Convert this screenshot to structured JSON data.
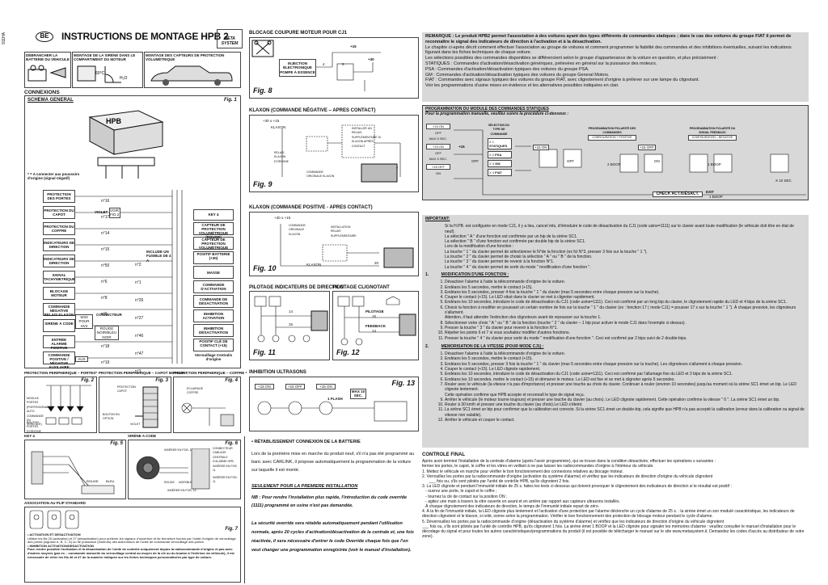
{
  "side_code": "911HA",
  "brand": "BE",
  "title": "INSTRUCTIONS DE MONTAGE HPB 2",
  "logo": "META SYSTEM",
  "top_panels": [
    "DÉBRANCHER LA BATTERIE DU VÉHICULE",
    "MONTAGE DE LA SIRÈNE DANS LE COMPARTIMENT DU MOTEUR",
    "MONTAGE DES CAPTEURS DE PROTECTION VOLUMÉTRIQUE"
  ],
  "angle_label": "60°C",
  "connexions": "CONNEXIONS",
  "schema": "SCHEMA GENERAL",
  "fig1": "Fig. 1",
  "note_connect": "* = A connecter aux poussoirs d'origine (signal négatif)",
  "left_rows": [
    "PROTECTION DES PORTES",
    "PROTECTION DU CAPOT",
    "PROTECTION DU COFFRE",
    "INDICATEURS DE DIRECTION",
    "INDICATEURS DE DIRECTION",
    "SIGNAL TACHYMETRIQUE",
    "BLOCAGE MOTEUR",
    "COMMANDE NÉGATIVE RELAIS KLAXON",
    "SIRÈNE À CODE",
    "ENTRÉE ALARME POSITIVE",
    "COMMANDE POSITIVE / NÉGATIVE AUXILIAIRE"
  ],
  "wire_refs": [
    "n°16",
    "n°17",
    "n°14",
    "n°15",
    "n°50",
    "n°6",
    "n°8",
    "n°9",
    "n°4",
    "n°18",
    "n°19"
  ],
  "mid_labels": [
    "VIOLET",
    "VOIR FIG.2",
    "CONNECTEUR",
    "W33 POUR HV2",
    "ROUGE NOIR/BLEU NOIR",
    "AUX",
    "INCLUDE UN FUSIBLE DE 4 A"
  ],
  "right_refs": [
    "n°2",
    "n°1",
    "n°26",
    "n°27",
    "n°46",
    "n°47",
    "n°3"
  ],
  "right_rows": [
    "KEY 4",
    "CAPTEUR DE PROTECTION VOLUMÉTRIQUE (ROUGE)",
    "CAPTEUR DE PROTECTION VOLUMÉTRIQUE",
    "POSITIF BATTERIE (+30)",
    "MASSE",
    "COMMANDE D'ACTIVATION",
    "COMMANDE DE DÉSACTIVATION",
    "INHIBITION ACTIVATION",
    "INHIBITION DÉSACTIVATION",
    "POSITIF CLÉ DE CONTACT (+15)",
    "Verrouillage Centralis d'origine"
  ],
  "fig2_title": "PROTECTION PERIPHERIQUE – PORTES*",
  "fig2": "Fig. 2",
  "fig3_title": "PROTECTION PERIPHERIQUE – CAPOT MOTEUR *",
  "fig3": "Fig. 3",
  "fig4_title": "PROTECTION PERIPHERIQUE – COFFRE *",
  "fig4": "Fig. 4",
  "fig2_note": "MODULE PORTES (PORTE/SIGNAL AUTO COMMANDE DU VÉHICULE)",
  "fig2_button": "BOUTON PORTES D'ORIGINE",
  "fig3_notes": [
    "PROTECTION CAPOT",
    "BOUTON EN OPTION",
    "VIOLET"
  ],
  "fig4_notes": [
    "ECLAIRAGE COFFRE"
  ],
  "key4_title": "KEY 4",
  "fig5": "Fig. 5",
  "siren_title": "SIRÈNE A CODE",
  "fig6": "Fig. 6",
  "fig6_labels": [
    "INSÉRER EN POS. 11",
    "INSÉRER EN POS. 10",
    "ROUGE",
    "NOIR/BLEU"
  ],
  "fig6b_labels": [
    "CONNECTEUR CABLAGE CENTRALE D'ALARME HPB",
    "INSÉRER EN POS. 11",
    "INSÉRER EN POS. 11"
  ],
  "plip_title": "ASSOCIATION AU PLIP STANDARD",
  "fig7": "Fig. 7",
  "plip_notes": [
    "• ACTIVATION ET DESACTIVATION",
    "Utiliser les fils 25 (activation) et 27 (désactivation) pour prélever les signaux d'ouverture et de fermeture fournis par l'unité d'origine de verrouillage des portes (signaux A, B, C, D) ou de puissance (moteurs) des actionneurs de l'unité de commande verrouillage des portes.",
    "• INHIBITION ACTIVATION/DESACTIVATION",
    "Pour rendre possible l'activation et la désactivation de l'unité de contrôle uniquement depuis la radiocommande d'origine et pas avec d'autres moyens (par ex. : commande manuelle du verrouillage central au moyen de la clé ou du bouton à l'intérieur du véhicule), il est nécessaire de relier les fils 46 et 47 de la manière indiquée sur les fiches techniques personnalisées par type de voiture."
  ],
  "fig8_title": "BLOCAGE COUPURE MOTEUR POUR CJ1",
  "fig8": "Fig. 8",
  "fig8_labels": [
    "INJECTION ÉLECTRONIQUE POMPE À ESSENCE",
    "+15",
    "+30",
    "4",
    "6"
  ],
  "fig9_title": "KLAXON (COMMANDE NÉGATIVE – APRES CONTACT)",
  "fig9": "Fig. 9",
  "fig9_labels": [
    "+30 o +15",
    "KLAXON",
    "RELAIS KLAXON D'ORIGINE",
    "INSTALLER UN RELAIS SUPPLÉMENTAIRE SI KLAXON APRÈS CONTACT",
    "COMMANDE ORIGINALE KLAXON",
    "20"
  ],
  "fig10_title": "KLAXON (COMMANDE POSITIVE - APRES CONTACT)",
  "fig10": "Fig. 10",
  "fig10_labels": [
    "+30 o +15",
    "COMMANDE ORIGINALE KLAXON",
    "INSTALLATION RELAIS SUPPLÉMENTAIRE",
    "KLAXON",
    "20"
  ],
  "fig11_title": "PILOTAGE INDICATEURS DE DIRECTION",
  "fig11": "Fig. 11",
  "fig11_labels": [
    "14",
    "15"
  ],
  "fig12_title": "PILOTAGE CLIGNOTANT",
  "fig12": "Fig. 12",
  "fig12_labels": [
    "PILOTAGE",
    "FEEDBACK",
    "15",
    "14"
  ],
  "fig13_title": "INHIBITION ULTRASONS",
  "fig13": "Fig. 13",
  "fig13_labels": [
    "+15 ON",
    "+15 OFF",
    "+15 ON",
    "1 FLASH",
    "MAX 10 SEC."
  ],
  "retab_title": "• RÉTABLISSEMENT CONNEXION DE LA BATTERIE",
  "retab_text": "Lors de la première mise en marche du produit neuf, s'il n'a pas été programmé au banc avec CARLINK, il propose automatiquement la programmation de la voiture sur laquelle il est monté.",
  "first_install_title": "SEULEMENT POUR LA PREMIERE INSTALLATION",
  "first_install_text": "NB : Pour rendre l'installation plus rapide, l'introduction du code override (1111) programmé en usine n'est pas demandée.",
  "security_text": "La sécurité override sera rétablie automatiquement pendant l'utilisation normale, après 20 cycles d'activation/désactivation de la centrale et, une fois réactivée, il sera nécessaire d'entrer le code Override chaque fois que l'on veut changer une programmation enregistrée (voir le manuel d'installation).",
  "remarque_lines": [
    "REMARQUE : Le produit HPB2 permet l'association à des voitures ayant des types différents de commandes statiques ; dans le cas des voitures du groupe FIAT il permet de reconnaître le signal des indicateurs de direction à l'activation et à la désactivation.",
    "Le chapitre ci-après décrit comment effectuer l'association au groupe de voitures et comment programmer la fiabilité des commandes et des inhibitions éventuelles, suivant les indications figurant dans les fiches techniques de chaque voiture.",
    "Les sélections possibles des commandes disponibles se différencient selon le groupe d'appartenance de la voiture en question, et plus précisément :",
    "STATIQUES : Commandes d'activation/désactivation génériques, prélevées en général sur la puissance des moteurs.",
    "PSA : Commandes d'activation/désactivation typiques des voitures du groupe PSA.",
    "GM : Commandes d'activation/désactivation typiques des voitures du groupe General Motors.",
    "FIAT : Commandes avec signaux typiques des voitures du groupe FIAT, avec clignotement d'origine à prélever sur une lampe du clignotant.",
    "Voir les programmations d'usine mises en évidence et les alternatives possibles indiquées en clair."
  ],
  "prog_title": "PROGRAMMATION DU MODULE DES COMMANDES STATIQUES",
  "prog_sub": "Pour la programmation manuelle, veuillez suivre la procédure ci-dessous :",
  "prog_labels": [
    "+15 ON",
    "OFF",
    "MAX 5 SEC.",
    "+15 ON",
    "OFF",
    "MAX 5 SEC.",
    "+15 OFF",
    "ON",
    "SÉLECTION DU TYPE DE COMMANDE",
    "PROGRAMMATION POLARITÉ DES COMMANDES",
    "PROGRAMMATION POLARITÉ DU SIGNAL FEEDBACK",
    "CONFIGURATION + POSITIVE",
    "CONFIGURATION – NÉGATIVE",
    "STATIQUES",
    "PSA",
    "GM",
    "FIAT",
    "X 1",
    "X 2",
    "X 3",
    "X 4",
    "+15",
    "OFF",
    "+15 ON",
    "OFF",
    "+15 OFF",
    "ON",
    "EXIT",
    "CHECK ACT./DÉSACT.",
    "1 BOOP",
    "X 10 SEC",
    "2 BOOP",
    "1 BOOP"
  ],
  "important_title": "IMPORTANT:",
  "important_lines": [
    "Si la H.PB. est configurée en mode CJ1, il y a lieu, cancel mts, d'introduire le code de désactivation du CJ1 (code usine=1111) sur le clavier avant toute modification (le véhicule doit être en état de neuf).",
    "La sélection \" A \" d'une fonction est confirmée par un bip de la sirène SC1.",
    "La sélection \" B \" d'une fonction est confirmée par double bip de la sirène SC1.",
    "Lors de la modification d'une fonction :",
    "La touche \" 1 \" du clavier permet de sélectionner le N°de la fonction (ex fct N°3, presser 3 fois sur la touche \" 1 \").",
    "La touche \" 2 \" du clavier permet de choisir la sélection \" A \" ou \" B \" de la fonction.",
    "La touche \" 3 \" du clavier permet de revenir à la fonction N°1.",
    "La touche \" 4 \" du clavier permet de sortir du mode \" modification d'une fonction \"."
  ],
  "sec1_title": "MODIFICATION D'UNE FONCTION :",
  "sec1_num": "1.",
  "sec1_lines": [
    "Désactiver l'alarme à l'aide la télécommande d'origine de la voiture.",
    "Endéans les 5 secondes, mettre le contact (+15).",
    "Endéans les 5 secondes, presser 4 fois la touche \" 1 \" du clavier (max 5 secondes entre chaque pression sur la touche).",
    "Couper le contact (+15). Le LED situé dans le clavier se met à clignoter rapidement.",
    "Endéans les 10 secondes, introduire le code de désactivation du CJ1 (code usine=1111). Ceci est confirmé par un long bip du clavier, le clignotement rapide du LED et 4 bips de la sirène SC1.",
    "Choisir la fonction à modifier en poussant un certain nombre de fois sur la touche \" 1 \" du clavier (ex : fonction 17 ( mode CJ1) = pousser 17 x sur la touche \" 1 \"). À chaque pression, les clignoteurs s'allument.",
    "Attention, il faut attendre l'extinction des clignoteurs avant de repousser sur la touche 1.",
    "Sélectionner votre choix \" A \" ou \" B \" de la fonction (touche \" 2 \" du clavier – 1 bip pour activer le mode CJ1 dans l'exemple ci-dessus).",
    "Presser la touche \" 3 \" du clavier pour revenir à la fonction N°1.",
    "Répéter les points 6 et 7 si vous souhaitez modifier d'autres fonctions.",
    "Presser la touche \" 4 \" du clavier pour sortir du mode \" modification d'une fonction \". Ceci est confirmé par 2 bips suivi de 2 double-bips."
  ],
  "sec2_title": "MEMORISATION DE LA VITESSE (POUR MODE CJ1) :",
  "sec2_num": "2.",
  "sec2_lines": [
    "Désactiver l'alarme à l'aide la télécommande d'origine de la voiture.",
    "Endéans les 5 secondes, mettre le contact (+15).",
    "Endéans les 5 secondes, presser 3 fois la touche \" 1 \" du clavier (max 5 secondes entre chaque pression sur la touche). Les clignoteurs s'allument à chaque pression.",
    "Couper le contact (+15). Le LED clignote rapidement.",
    "Endéans les 10 secondes, introduire le code de désactivation du CJ1 (code usine=1111). Ceci est confirmé par l'allumage fixe du LED et 3 bips de la sirène SC1.",
    "Endéans les 10 secondes, mettre le contact (+15) et démarrer le moteur. Le LED est fixe et se met à clignoter après 5 secondes.",
    "Rouler avec le véhicule (la vitesse n'a pas d'importance) et presser une touche au choix du clavier. Continuer à rouler (environ 10 secondes) jusqu'au moment où la sirène SC1 émet un bip. Le LED clignote lentement.",
    "Cette opération confirme que HPB accepte et reconnaît le type de signal reçu.",
    "Arrêter le véhicule (le moteur tourne toujours) et presser une touche du clavier (au choix). Le LED clignote rapidement. Cette opération confirme la vitesse \" 0 \". La sirène SC1 émet un bip.",
    "Rouler à 30 km/h et presser une touche du clavier (au choix).Le LED s'éteint.",
    "La sirène SC1 émet un bip pour confirmer que la calibration est correcte. Si la sirène SC1 émet un double-bip, cela signifie que HPB n'a pas accepté la calibration (erreur dans la calibration ou signal de vitesse non valable).",
    "Arrêter le véhicule et couper le contact."
  ],
  "final_title": "CONTROLE FINAL",
  "final_lines": [
    "Après avoir terminé l'installation de la centrale d'alarme (après l'avoir programmée), qui se trouve dans la condition désactivée, effectuer les opérations  s suivantes :",
    "fermer les portes, le capot, le coffre et les vitres en veillant à ne pas laisser les radiocommandes  d'origine à l'intérieur du véhicule.",
    "1. Mettez le véhicule en marche pour vérifier le bon fonctionnement des connexions relatives au blocage moteur.",
    "2. Verrouillez les portes par la radiocommande d'origine (activation du système d'alarme) et vérifiez que les indicateurs de direction d'origine du véhicule clignotent",
    "      ___ fois ou, s'ils sont pilotés par l'unité de contrôle HPB, qu'ils clignotent 2 fois.",
    "3. La LED clignote et pendant l'immunité initiale de 25 s. faites les tests ci-dessous qui doivent provoquer le clignotement des indicateurs de direction si le résultat est positif :",
    "   - ouvrez une porte, le capot et le coffre ;",
    "   - tournez la clé de contact sur la position ON ;",
    "   - agitez une main à travers la vitre ouverte en avant et en arrière par rapport aux capteurs ultrasons installés.",
    "   À chaque clignotement des indicateurs de direction, le temps de l'immunité initiale repart de zéro.",
    "4. À la fin de l'immunité initiale, la LED clignote plus lentement et l'activation d'une protection par l'alarme déclenche un cycle d'alarme de 25 s. : la sirène émet un son modulé caractéristique, les indicateurs de direction clignotent et le klaxon, si relié, sonne selon la programmation. Vérifier le bon fonctionnement des protection de blocage moteur pendant le cycle d'alarme.",
    "5. Déverrouillez les portes par la radiocommande d'origine (désactivation du système d'alarme) et vérifiez que les indicateurs de direction d'origine du véhicule clignotent",
    "      ___ fois ou, s'ils sont pilotés par l'unité de contrôle HPB, qu'ils clignotent 1 fois. La sirène émet 1 BOOP et la LED clignote pour signaler les mémoires d'alarme : veuillez consulter le manuel d'installation pour le décodage du signal et pour toutes les autres caractéristiques/programmations du produit (il est possible de télécharger le manuel sur le site www.metasystem.it. Demandez les codes d'accès au distributeur de votre zone)."
  ]
}
